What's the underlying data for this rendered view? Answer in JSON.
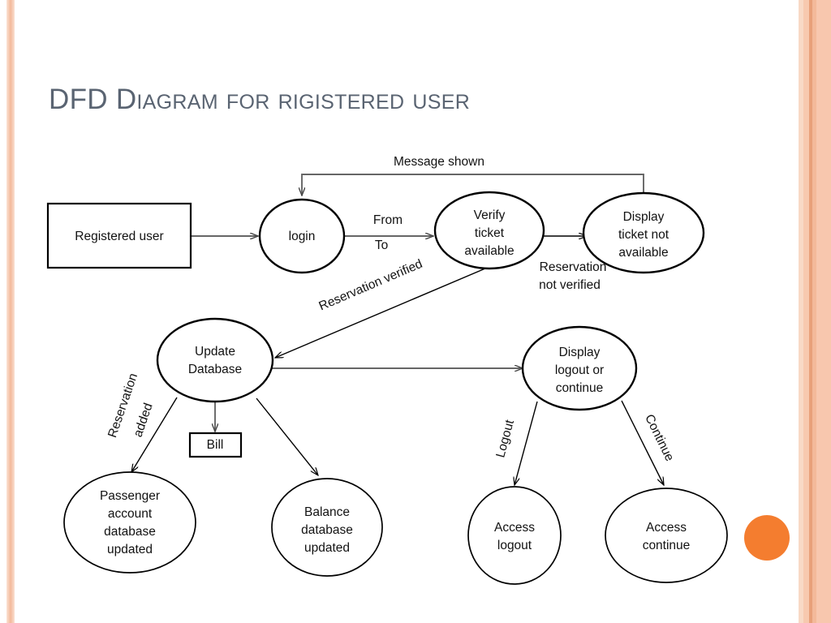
{
  "slide": {
    "title": "DFD Diagram for rigistered user",
    "background_color": "#ffffff",
    "title_color": "#5a6472",
    "accent_color": "#f47d2f",
    "stripe_color": "#f6c5ab"
  },
  "diagram": {
    "type": "data-flow-diagram",
    "nodes": [
      {
        "id": "registered-user",
        "shape": "rectangle",
        "label": "Registered user",
        "lines": [
          "Registered user"
        ]
      },
      {
        "id": "login",
        "shape": "ellipse",
        "label": "login",
        "lines": [
          "login"
        ]
      },
      {
        "id": "verify-ticket",
        "shape": "ellipse",
        "label": "Verify ticket available",
        "lines": [
          "Verify",
          "ticket",
          "available"
        ]
      },
      {
        "id": "display-ticket-na",
        "shape": "ellipse",
        "label": "Display ticket not available",
        "lines": [
          "Display",
          "ticket not",
          "available"
        ]
      },
      {
        "id": "update-database",
        "shape": "ellipse",
        "label": "Update Database",
        "lines": [
          "Update",
          "Database"
        ]
      },
      {
        "id": "bill",
        "shape": "rectangle",
        "label": "Bill",
        "lines": [
          "Bill"
        ]
      },
      {
        "id": "passenger-account",
        "shape": "ellipse",
        "label": "Passenger account database updated",
        "lines": [
          "Passenger",
          "account",
          "database",
          "updated"
        ]
      },
      {
        "id": "balance-database",
        "shape": "ellipse",
        "label": "Balance database updated",
        "lines": [
          "Balance",
          "database",
          "updated"
        ]
      },
      {
        "id": "display-logout",
        "shape": "ellipse",
        "label": "Display logout or continue",
        "lines": [
          "Display",
          "logout or",
          "continue"
        ]
      },
      {
        "id": "access-logout",
        "shape": "ellipse",
        "label": "Access logout",
        "lines": [
          "Access",
          "logout"
        ]
      },
      {
        "id": "access-continue",
        "shape": "ellipse",
        "label": "Access continue",
        "lines": [
          "Access",
          "continue"
        ]
      }
    ],
    "edges": [
      {
        "id": "e-user-login",
        "from": "registered-user",
        "to": "login",
        "label": ""
      },
      {
        "id": "e-login-verify",
        "from": "login",
        "to": "verify-ticket",
        "label": "From To",
        "label_lines": [
          "From",
          "To"
        ]
      },
      {
        "id": "e-verify-notavail",
        "from": "verify-ticket",
        "to": "display-ticket-na",
        "label": "Reservation not verified",
        "label_lines": [
          "Reservation",
          "not verified"
        ]
      },
      {
        "id": "e-message-shown",
        "from": "display-ticket-na",
        "to": "login",
        "label": "Message shown"
      },
      {
        "id": "e-verify-update",
        "from": "verify-ticket",
        "to": "update-database",
        "label": "Reservation verified"
      },
      {
        "id": "e-update-bill",
        "from": "update-database",
        "to": "bill",
        "label": ""
      },
      {
        "id": "e-update-passenger",
        "from": "update-database",
        "to": "passenger-account",
        "label": "Reservation added",
        "label_lines": [
          "Reservation",
          "added"
        ]
      },
      {
        "id": "e-update-balance",
        "from": "update-database",
        "to": "balance-database",
        "label": ""
      },
      {
        "id": "e-update-logout",
        "from": "update-database",
        "to": "display-logout",
        "label": ""
      },
      {
        "id": "e-logout-access",
        "from": "display-logout",
        "to": "access-logout",
        "label": "Logout"
      },
      {
        "id": "e-continue-access",
        "from": "display-logout",
        "to": "access-continue",
        "label": "Continue"
      }
    ],
    "labels": {
      "message_shown": "Message shown",
      "from": "From",
      "to": "To",
      "reservation_not_verified_l1": "Reservation",
      "reservation_not_verified_l2": "not verified",
      "reservation_verified": "Reservation verified",
      "reservation_added_l1": "Reservation",
      "reservation_added_l2": "added",
      "logout": "Logout",
      "continue": "Continue"
    },
    "node_text": {
      "registered_user": "Registered user",
      "login": "login",
      "verify_l1": "Verify",
      "verify_l2": "ticket",
      "verify_l3": "available",
      "display_na_l1": "Display",
      "display_na_l2": "ticket not",
      "display_na_l3": "available",
      "update_l1": "Update",
      "update_l2": "Database",
      "bill": "Bill",
      "passenger_l1": "Passenger",
      "passenger_l2": "account",
      "passenger_l3": "database",
      "passenger_l4": "updated",
      "balance_l1": "Balance",
      "balance_l2": "database",
      "balance_l3": "updated",
      "logout_or_l1": "Display",
      "logout_or_l2": "logout or",
      "logout_or_l3": "continue",
      "access_logout_l1": "Access",
      "access_logout_l2": "logout",
      "access_continue_l1": "Access",
      "access_continue_l2": "continue"
    }
  }
}
